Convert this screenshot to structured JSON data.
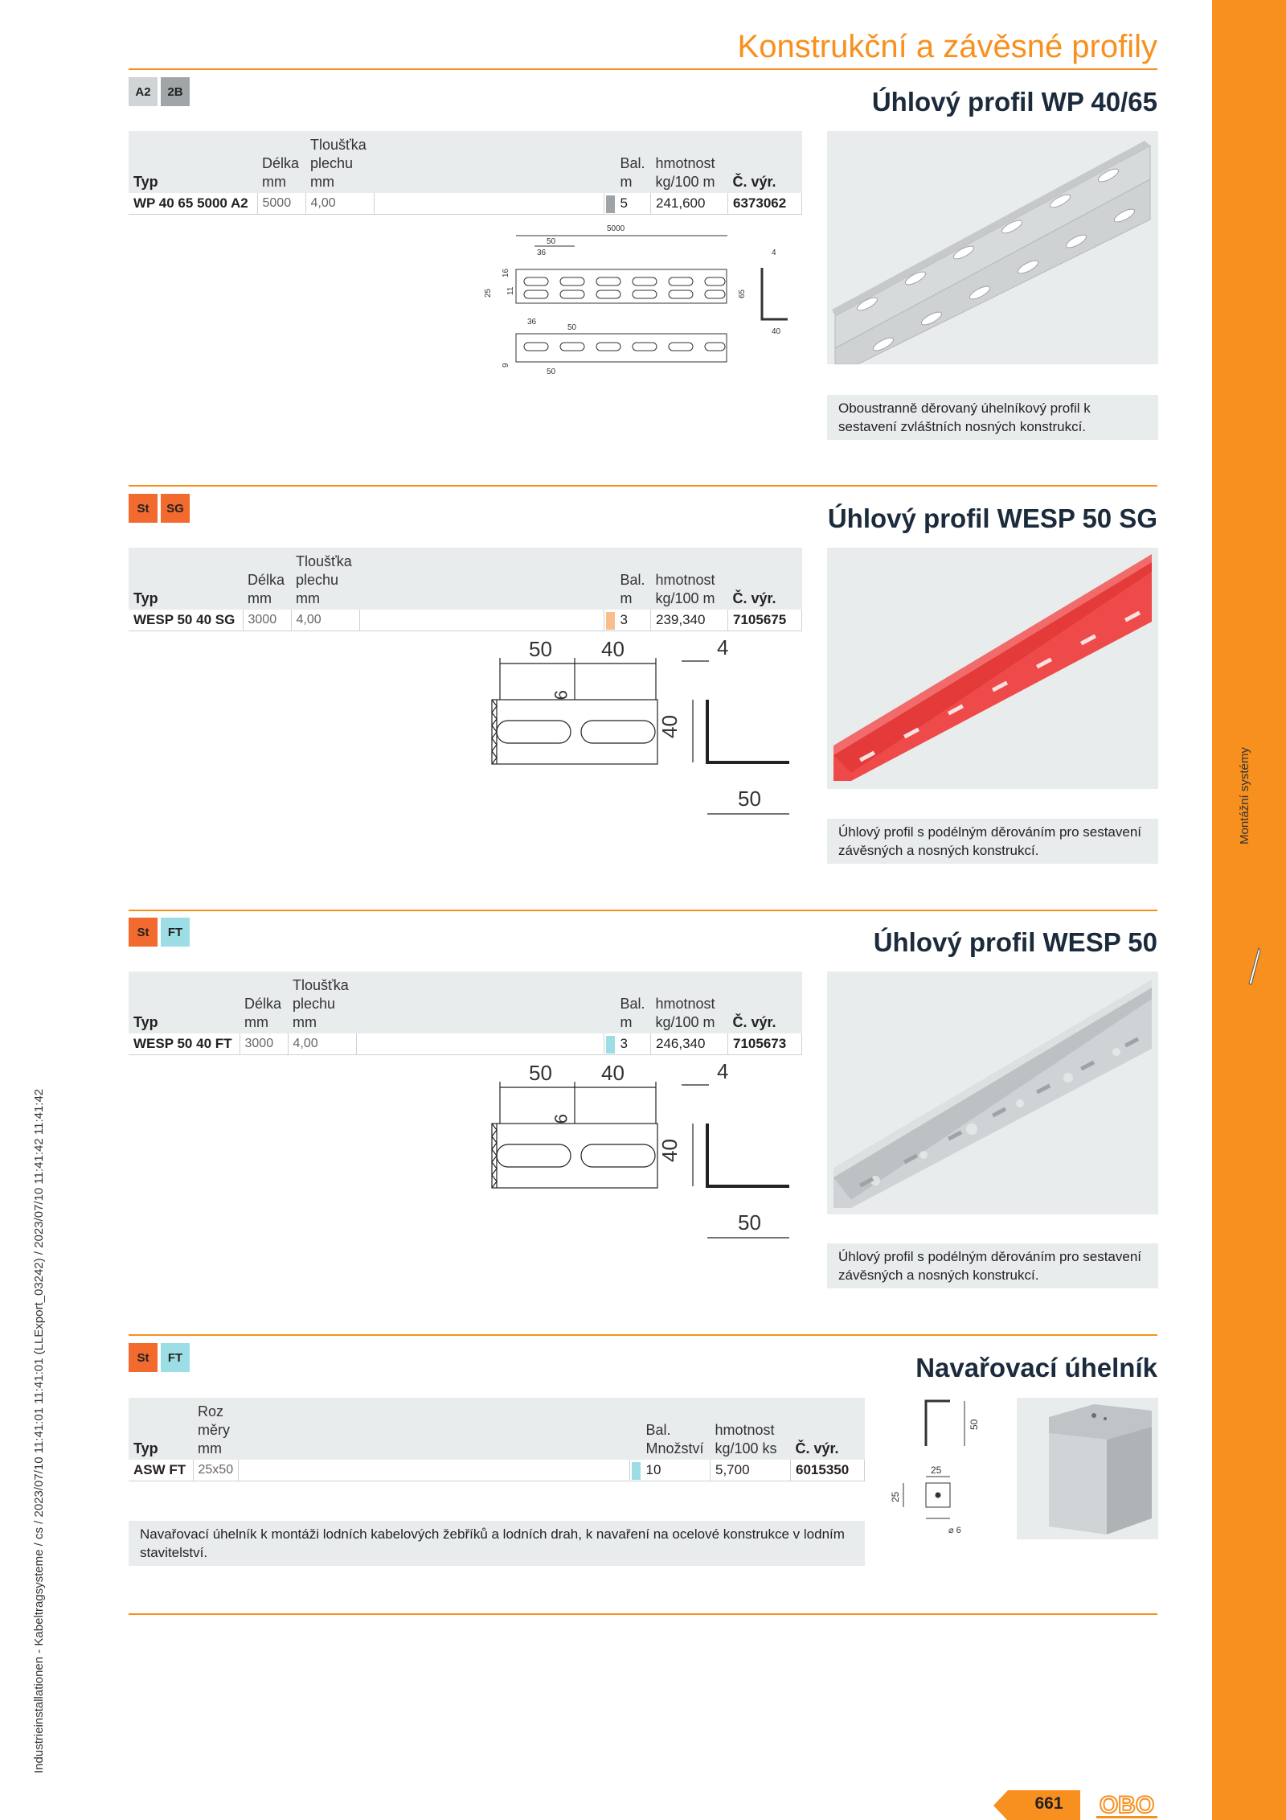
{
  "header": {
    "title": "Konstrukční a závěsné profily"
  },
  "sidebar": {
    "label": "Montážní systémy"
  },
  "meta": {
    "vertical_text": "Industrieinstallationen - Kabeltragsysteme / cs / 2023/07/10 11:41:01 11:41:01 (LLExport_03242) / 2023/07/10 11:41:42 11:41:42"
  },
  "colors": {
    "accent": "#f7901e",
    "st": "#f26a2e",
    "sg": "#f26a2e",
    "ft": "#9ddde6",
    "a2": "#cfd4d6",
    "b2": "#a0a6a8"
  },
  "products": [
    {
      "badges": [
        "A2",
        "2B"
      ],
      "title": "Úhlový profil WP 40/65",
      "headers": [
        "Typ",
        "Délka mm",
        "Tloušťka plechu mm",
        "Bal. m",
        "hmotnost kg/100 m",
        "Č. výr."
      ],
      "row": [
        "WP 40 65 5000 A2",
        "5000",
        "4,00",
        "5",
        "241,600",
        "6373062"
      ],
      "swatch": "#9ea4a6",
      "description": "Oboustranně děrovaný úhelníkový profil k sestavení zvláštních nosných konstrukcí."
    },
    {
      "badges": [
        "St",
        "SG"
      ],
      "title": "Úhlový profil WESP 50 SG",
      "headers": [
        "Typ",
        "Délka mm",
        "Tloušťka plechu mm",
        "Bal. m",
        "hmotnost kg/100 m",
        "Č. výr."
      ],
      "row": [
        "WESP 50 40 SG",
        "3000",
        "4,00",
        "3",
        "239,340",
        "7105675"
      ],
      "swatch": "#f9be8a",
      "description": "Úhlový profil s podélným děrováním pro sestavení závěsných a nosných konstrukcí."
    },
    {
      "badges": [
        "St",
        "FT"
      ],
      "title": "Úhlový profil WESP 50",
      "headers": [
        "Typ",
        "Délka mm",
        "Tloušťka plechu mm",
        "Bal. m",
        "hmotnost kg/100 m",
        "Č. výr."
      ],
      "row": [
        "WESP 50 40 FT",
        "3000",
        "4,00",
        "3",
        "246,340",
        "7105673"
      ],
      "swatch": "#9ddde6",
      "description": "Úhlový profil s podélným děrováním pro sestavení závěsných a nosných konstrukcí."
    },
    {
      "badges": [
        "St",
        "FT"
      ],
      "title": "Navařovací úhelník",
      "headers": [
        "Typ",
        "Rozměry mm",
        "Bal. Množství",
        "hmotnost kg/100 ks",
        "Č. výr."
      ],
      "row": [
        "ASW FT",
        "25x50",
        "10",
        "5,700",
        "6015350"
      ],
      "swatch": "#9ddde6",
      "description": "Navařovací úhelník k montáži lodních kabelových žebříků a lodních drah, k navaření na ocelové konstrukce v lodním stavitelství."
    }
  ],
  "drawings": {
    "wp": {
      "length": "5000",
      "d50": "50",
      "d36": "36",
      "d16": "16",
      "d25": "25",
      "d9": "9",
      "d11": "11",
      "d65": "65",
      "d4": "4",
      "d40": "40"
    },
    "wesp": {
      "d50": "50",
      "d40": "40",
      "d9": "9",
      "d4": "4",
      "h40": "40",
      "b50": "50"
    },
    "asw": {
      "d50": "50",
      "d25a": "25",
      "d25b": "25",
      "hole": "⌀ 6"
    }
  },
  "footer": {
    "page_number": "661",
    "brand": "OBO"
  }
}
